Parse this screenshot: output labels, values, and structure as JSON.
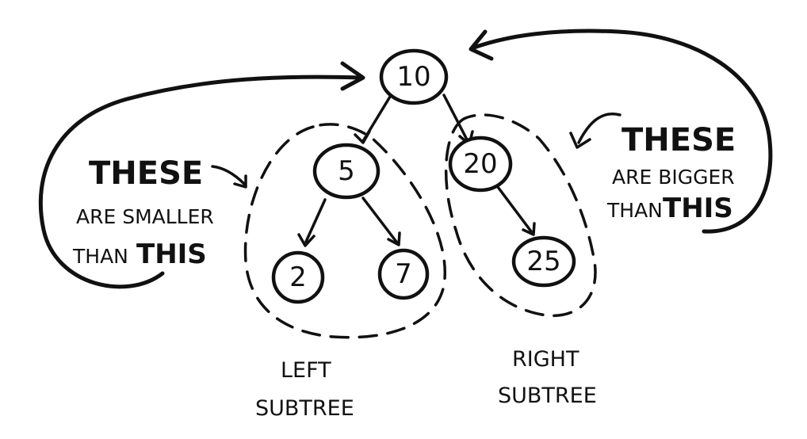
{
  "tree": {
    "root": "10",
    "left": "5",
    "right": "20",
    "left_left": "2",
    "left_right": "7",
    "right_right": "25"
  },
  "left_note": {
    "line1": "THESE",
    "line2": "ARE SMALLER",
    "line3_prefix": "THAN",
    "line3_bold": "THIS"
  },
  "right_note": {
    "line1": "THESE",
    "line2": "ARE BIGGER",
    "line3_prefix": "THAN",
    "line3_bold": "THIS"
  },
  "subtree_labels": {
    "left_line1": "LEFT",
    "left_line2": "SUBTREE",
    "right_line1": "RIGHT",
    "right_line2": "SUBTREE"
  }
}
